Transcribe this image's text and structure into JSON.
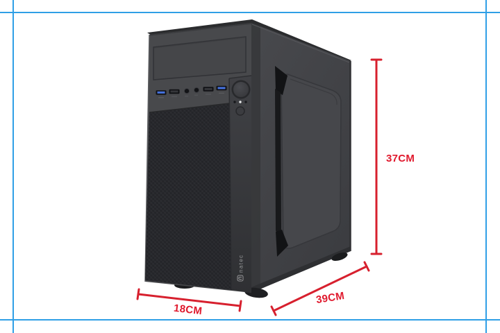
{
  "image": {
    "background": "#ffffff",
    "description_kind": "product-photo-with-dimensions"
  },
  "frame": {
    "color": "#2f9fe6"
  },
  "product": {
    "brand_logo_text": "natec",
    "colors": {
      "case_body": "#46474b",
      "front_mesh": "#232428",
      "side_panel": "#45464a",
      "usb3_accent": "#4673e1"
    }
  },
  "dimensions": {
    "line_color": "#d7202e",
    "label_color": "#e0192d",
    "height_label": "37CM",
    "front_width_label": "18CM",
    "depth_label": "39CM"
  }
}
